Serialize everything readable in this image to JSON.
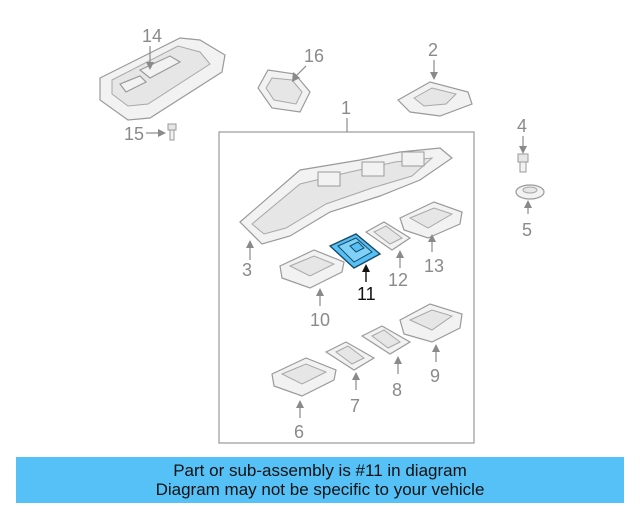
{
  "callouts": {
    "c1": "1",
    "c2": "2",
    "c3": "3",
    "c4": "4",
    "c5": "5",
    "c6": "6",
    "c7": "7",
    "c8": "8",
    "c9": "9",
    "c10": "10",
    "c11": "11",
    "c12": "12",
    "c13": "13",
    "c14": "14",
    "c15": "15",
    "c16": "16"
  },
  "highlight": {
    "part": "11",
    "color": "#55c1f6"
  },
  "banner": {
    "line1": "Part or sub-assembly is #11 in diagram",
    "line2": "Diagram may not be specific to your vehicle",
    "color": "#55c1f6"
  }
}
